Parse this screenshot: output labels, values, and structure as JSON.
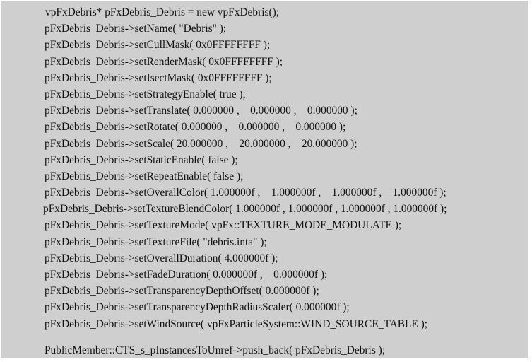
{
  "code": {
    "lines": [
      "vpFxDebris* pFxDebris_Debris = new vpFxDebris();",
      "pFxDebris_Debris->setName( \"Debris\" );",
      "pFxDebris_Debris->setCullMask( 0x0FFFFFFFF );",
      "pFxDebris_Debris->setRenderMask( 0x0FFFFFFFF );",
      "pFxDebris_Debris->setIsectMask( 0x0FFFFFFFF );",
      "pFxDebris_Debris->setStrategyEnable( true );",
      "pFxDebris_Debris->setTranslate( 0.000000 ,    0.000000 ,    0.000000 );",
      "pFxDebris_Debris->setRotate( 0.000000 ,    0.000000 ,    0.000000 );",
      "pFxDebris_Debris->setScale( 20.000000 ,    20.000000 ,    20.000000 );",
      "pFxDebris_Debris->setStaticEnable( false );",
      "pFxDebris_Debris->setRepeatEnable( false );",
      "pFxDebris_Debris->setOverallColor( 1.000000f ,    1.000000f ,    1.000000f ,    1.000000f );",
      "pFxDebris_Debris->setTextureBlendColor( 1.000000f , 1.000000f , 1.000000f , 1.000000f );",
      "pFxDebris_Debris->setTextureMode( vpFx::TEXTURE_MODE_MODULATE );",
      "pFxDebris_Debris->setTextureFile( \"debris.inta\" );",
      "pFxDebris_Debris->setOverallDuration( 4.000000f );",
      "pFxDebris_Debris->setFadeDuration( 0.000000f ,    0.000000f );",
      "pFxDebris_Debris->setTransparencyDepthOffset( 0.000000f );",
      "pFxDebris_Debris->setTransparencyDepthRadiusScaler( 0.000000f );",
      "pFxDebris_Debris->setWindSource( vpFxParticleSystem::WIND_SOURCE_TABLE );",
      "",
      "PublicMember::CTS_s_pInstancesToUnref->push_back( pFxDebris_Debris );"
    ]
  }
}
